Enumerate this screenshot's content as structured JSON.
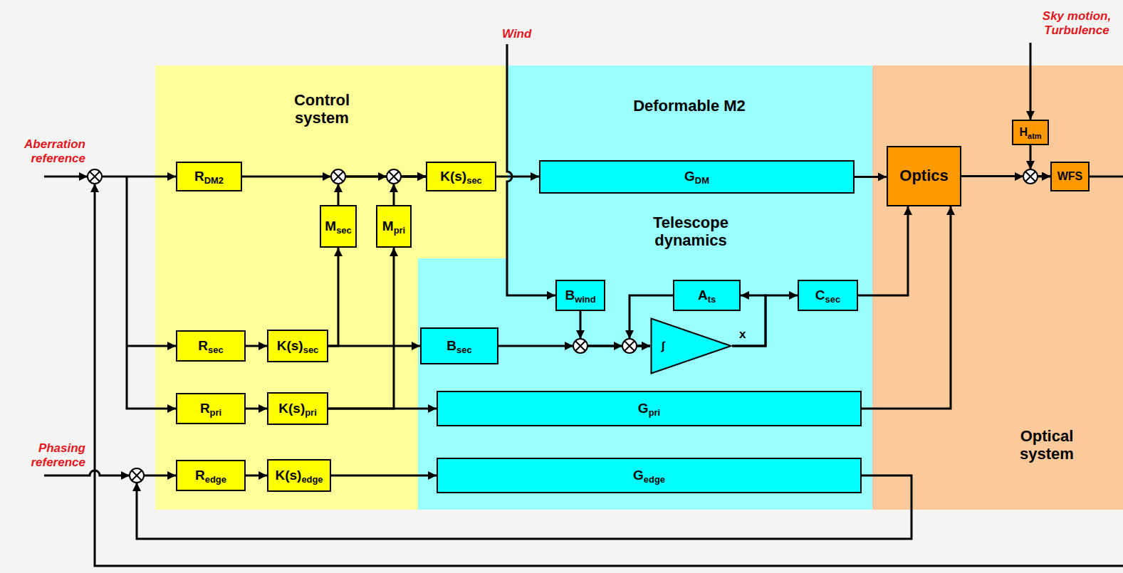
{
  "diagram": {
    "nodes": [
      {
        "text": [
          "Control system"
        ]
      },
      {
        "text": [
          "Deformable M2",
          "Telescope dynamics"
        ]
      },
      {
        "text": [
          "Optical system"
        ]
      },
      {
        "text": [
          "RDM2"
        ],
        "in": 0
      },
      {
        "text": [
          "K(s)sec"
        ],
        "in": 0
      },
      {
        "text": [
          "GDM"
        ],
        "in": 1
      },
      {
        "text": [
          "Hatm"
        ],
        "in": 2
      },
      {
        "text": [
          "Optics"
        ],
        "in": 2
      },
      {
        "text": [
          "WFS"
        ],
        "in": 2
      },
      {
        "text": [
          "Msec"
        ],
        "in": 0
      },
      {
        "text": [
          "Mpri"
        ],
        "in": 0
      },
      {
        "text": [
          "Bwind"
        ],
        "in": 1
      },
      {
        "text": [
          "Ats"
        ],
        "in": 1
      },
      {
        "text": [
          "Csec"
        ],
        "in": 1
      },
      {
        "text": [
          "Rsec"
        ],
        "in": 0
      },
      {
        "text": [
          "K(s)sec"
        ],
        "in": 0
      },
      {
        "text": [
          "Bsec"
        ],
        "in": 1
      },
      {
        "text": [
          "∫"
        ],
        "in": 1
      },
      {
        "text": [
          "Rpri"
        ],
        "in": 0
      },
      {
        "text": [
          "K(s)pri"
        ],
        "in": 0
      },
      {
        "text": [
          "Gpri"
        ],
        "in": 1
      },
      {
        "text": [
          "Redge"
        ],
        "in": 0
      },
      {
        "text": [
          "K(s)edge"
        ],
        "in": 0
      },
      {
        "text": [
          "Gedge"
        ],
        "in": 1
      }
    ],
    "edges": [
      {
        "from": 3,
        "to": 4,
        "arrow": "to"
      },
      {
        "from": 9,
        "to": 4,
        "arrow": "to"
      },
      {
        "from": 10,
        "to": 4,
        "arrow": "to"
      },
      {
        "from": 4,
        "to": 5,
        "arrow": "to"
      },
      {
        "from": 5,
        "to": 7,
        "arrow": "to"
      },
      {
        "from": 7,
        "to": 8,
        "arrow": "to"
      },
      {
        "from": 6,
        "to": 8,
        "arrow": "to"
      },
      {
        "from": 14,
        "to": 15,
        "arrow": "to"
      },
      {
        "from": 15,
        "to": 9,
        "arrow": "to"
      },
      {
        "from": 15,
        "to": 16,
        "arrow": "to"
      },
      {
        "from": 16,
        "to": 17,
        "arrow": "to"
      },
      {
        "from": 11,
        "to": 17,
        "arrow": "to"
      },
      {
        "from": 12,
        "to": 17,
        "arrow": "to"
      },
      {
        "from": 17,
        "to": 12,
        "arrow": "to"
      },
      {
        "from": 17,
        "to": 13,
        "arrow": "to"
      },
      {
        "from": 13,
        "to": 7,
        "arrow": "to"
      },
      {
        "from": 18,
        "to": 19,
        "arrow": "to"
      },
      {
        "from": 19,
        "to": 10,
        "arrow": "to"
      },
      {
        "from": 19,
        "to": 20,
        "arrow": "to"
      },
      {
        "from": 20,
        "to": 7,
        "arrow": "to"
      },
      {
        "from": 21,
        "to": 22,
        "arrow": "to"
      },
      {
        "from": 22,
        "to": 23,
        "arrow": "to"
      },
      {
        "from": 23,
        "to": 21,
        "arrow": "to"
      }
    ],
    "labels": [
      "Sky motion, Turbulence",
      "Wind",
      "Aberration reference",
      "x",
      "Phasing reference"
    ]
  }
}
